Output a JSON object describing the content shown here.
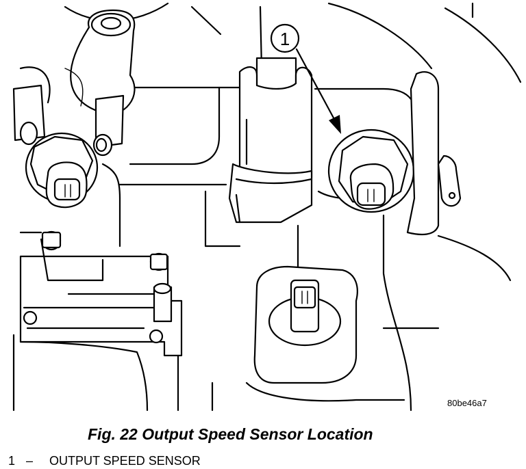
{
  "diagram": {
    "callout_number": "1",
    "image_id": "80be46a7",
    "caption": "Fig. 22 Output Speed Sensor Location",
    "legend": [
      {
        "number": "1",
        "separator": "–",
        "label": "OUTPUT SPEED SENSOR"
      }
    ]
  }
}
